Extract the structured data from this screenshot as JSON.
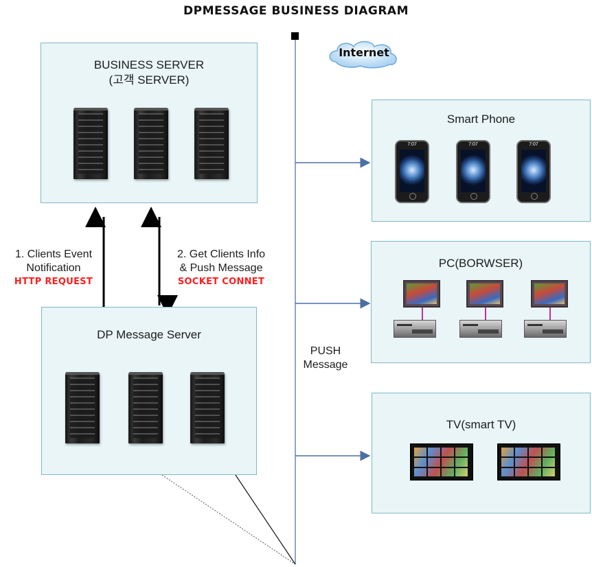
{
  "title": "DPMESSAGE BUSINESS DIAGRAM",
  "internet_label": "Internet",
  "business_server": {
    "line1": "BUSINESS SERVER",
    "line2": "(고객 SERVER)"
  },
  "dp_server": {
    "label": "DP Message Server"
  },
  "arrow1": {
    "line1": "1. Clients Event",
    "line2": "Notification",
    "protocol": "HTTP REQUEST"
  },
  "arrow2": {
    "line1": "2. Get Clients Info",
    "line2": "& Push Message",
    "protocol": "SOCKET CONNET"
  },
  "push": {
    "line1": "PUSH",
    "line2": "Message"
  },
  "devices": {
    "smartphone": {
      "label": "Smart Phone",
      "time": "7:07"
    },
    "pc": {
      "label": "PC(BORWSER)"
    },
    "tv": {
      "label": "TV(smart TV)"
    }
  },
  "colors": {
    "box_fill": "#e9f5f7",
    "box_border": "#7fb7c6",
    "push_line": "#4a6fa5",
    "protocol_text": "#ff1e1e"
  }
}
